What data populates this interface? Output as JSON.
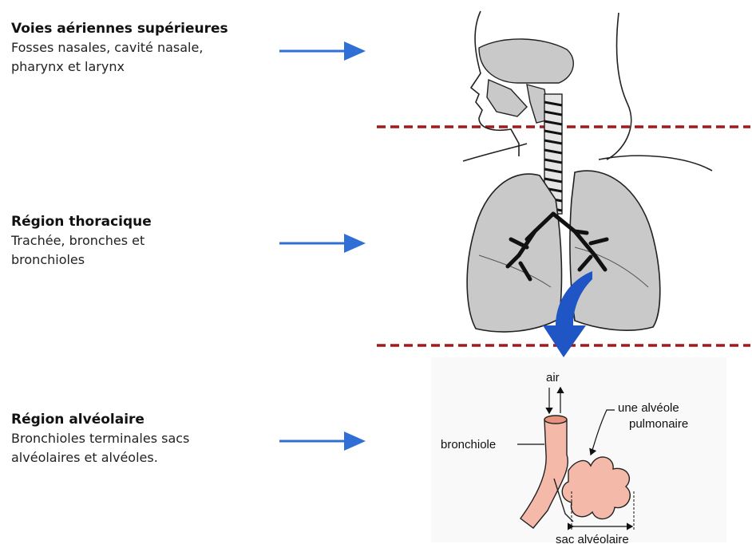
{
  "regions": [
    {
      "title": "Voies aériennes supérieures",
      "description": "Fosses nasales, cavité nasale,\npharynx et larynx"
    },
    {
      "title": "Région thoracique",
      "description": "Trachée, bronches et\nbronchioles"
    },
    {
      "title": "Région alvéolaire",
      "description": "Bronchioles terminales sacs\nalvéolaires et alvéoles."
    }
  ],
  "labels": {
    "air": "air",
    "alveole_line1": "une alvéole",
    "alveole_line2": "pulmonaire",
    "bronchiole": "bronchiole",
    "sac": "sac alvéolaire"
  },
  "colors": {
    "arrow": "#2f6fd6",
    "divider": "#a3191c",
    "lung_fill": "#c9c9c9",
    "bronchiole_fill": "#f4b9a9",
    "big_arrow": "#1f55c4"
  }
}
